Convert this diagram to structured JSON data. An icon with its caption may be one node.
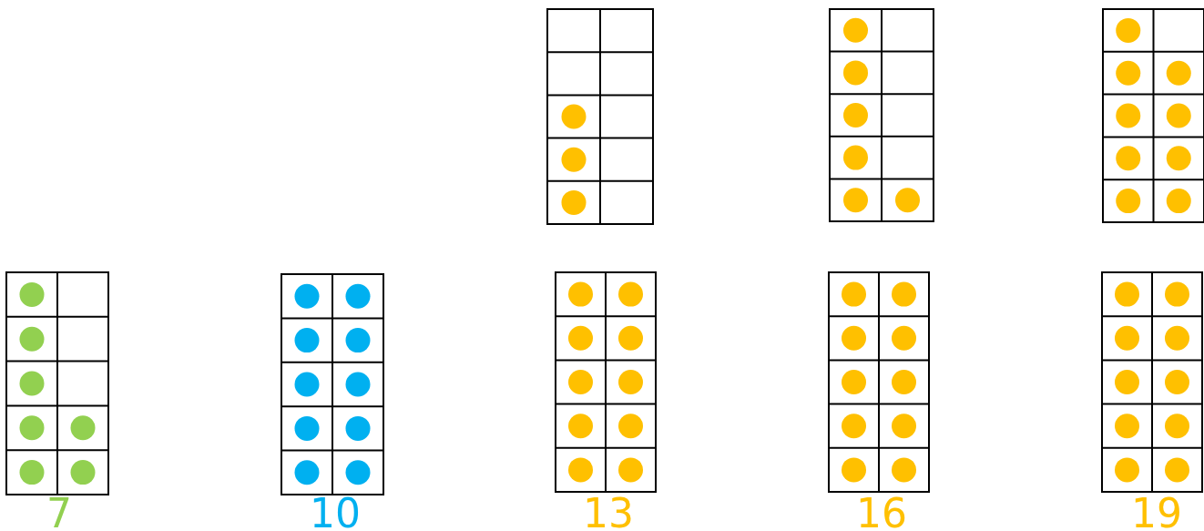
{
  "diagram": {
    "labels": [
      "7",
      "10",
      "13",
      "16",
      "19"
    ]
  }
}
